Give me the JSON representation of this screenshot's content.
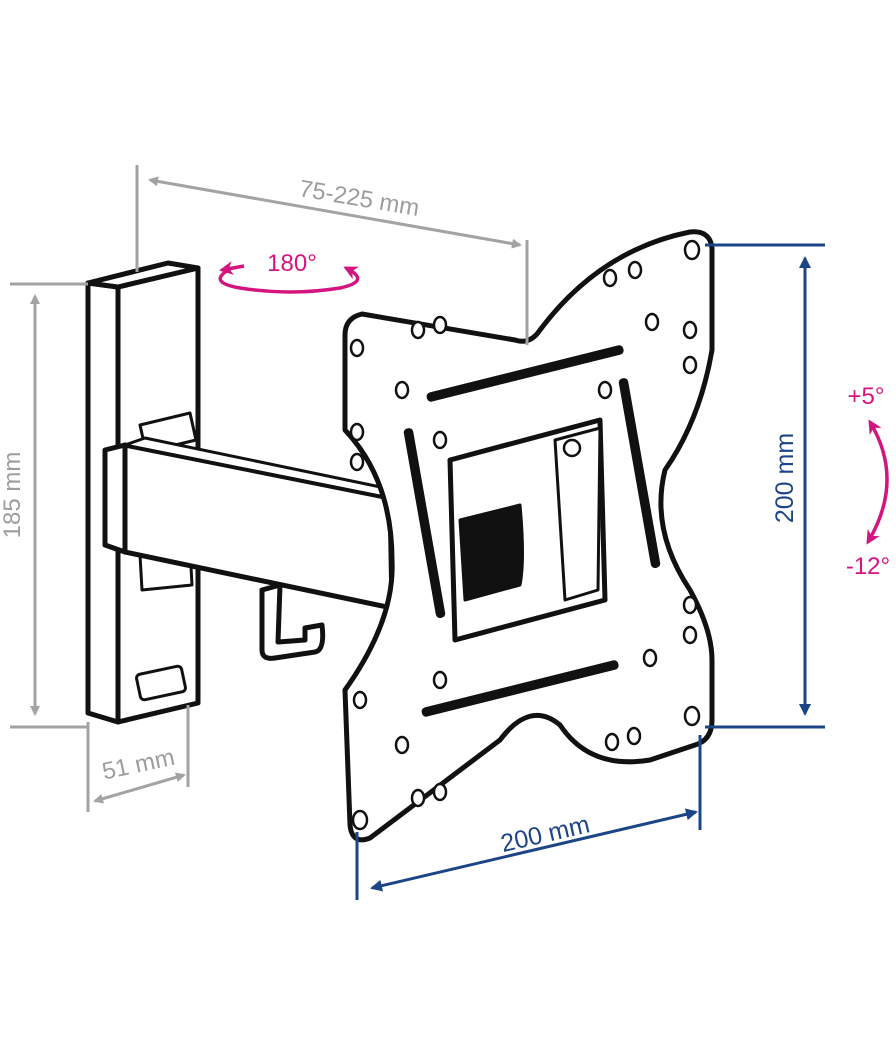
{
  "dimensions": {
    "arm_extension": "75-225 mm",
    "swivel": "180°",
    "wall_plate_height": "185 mm",
    "wall_plate_width": "51 mm",
    "vesa_vertical": "200 mm",
    "vesa_horizontal": "200 mm",
    "tilt_up": "+5°",
    "tilt_down": "-12°"
  },
  "colors": {
    "gray_dimension": "#a3a3a3",
    "vesa_dimension": "#1c4587",
    "motion": "#d4157f",
    "outline": "#111111"
  }
}
